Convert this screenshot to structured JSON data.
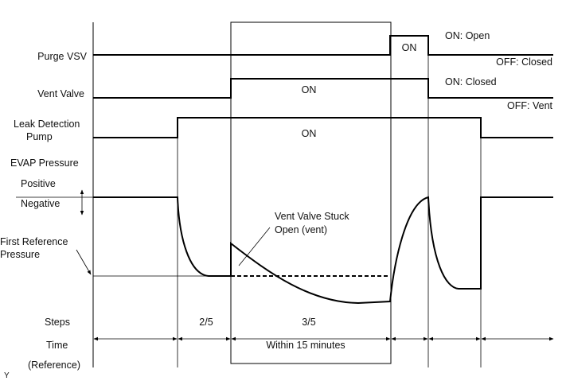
{
  "signals": {
    "purge_vsv": "Purge VSV",
    "vent_valve": "Vent Valve",
    "leak_pump_line1": "Leak Detection",
    "leak_pump_line2": "Pump",
    "evap_pressure": "EVAP Pressure",
    "positive": "Positive",
    "negative": "Negative",
    "first_ref_line1": "First Reference",
    "first_ref_line2": "Pressure"
  },
  "state_labels": {
    "purge_on_box": "ON",
    "purge_on_desc": "ON: Open",
    "purge_off_desc": "OFF: Closed",
    "vent_on": "ON",
    "vent_on_desc": "ON: Closed",
    "vent_off_desc": "OFF: Vent",
    "pump_on": "ON"
  },
  "annotation": {
    "line1": "Vent Valve Stuck",
    "line2": "Open (vent)"
  },
  "rows": {
    "steps": "Steps",
    "time": "Time",
    "reference": "(Reference)"
  },
  "steps": {
    "s2": "2/5",
    "s3": "3/5"
  },
  "time": {
    "within": "Within 15 minutes"
  },
  "corner_mark": "Y"
}
